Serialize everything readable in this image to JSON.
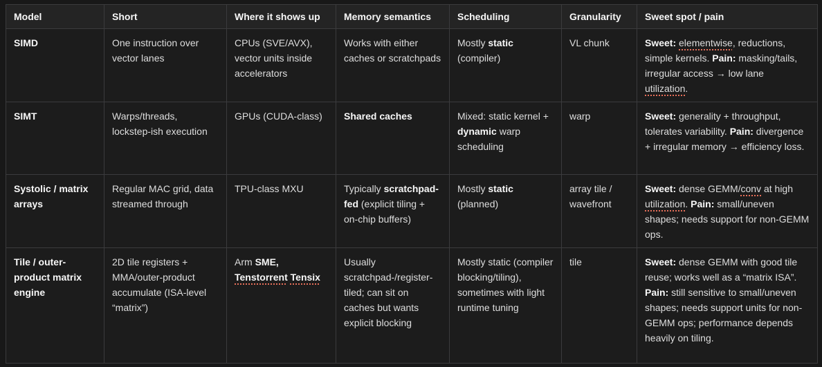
{
  "colors": {
    "page_background": "#181818",
    "cell_background": "#1c1c1c",
    "header_background": "#242424",
    "border": "#3b3b3d",
    "text": "#dedede",
    "bold_text": "#f7f7f7",
    "spellcheck_underline": "#e8705a"
  },
  "table": {
    "columns": [
      {
        "label": "Model"
      },
      {
        "label": "Short"
      },
      {
        "label": "Where it shows up"
      },
      {
        "label": "Memory semantics"
      },
      {
        "label": "Scheduling"
      },
      {
        "label": "Granularity"
      },
      {
        "label": "Sweet spot / pain"
      }
    ],
    "rows": [
      {
        "cells": [
          [
            {
              "t": "SIMD",
              "b": true
            }
          ],
          [
            {
              "t": "One instruction over vector lanes"
            }
          ],
          [
            {
              "t": "CPUs (SVE/AVX), vector units inside accelerators"
            }
          ],
          [
            {
              "t": "Works with either caches or scratchpads"
            }
          ],
          [
            {
              "t": "Mostly "
            },
            {
              "t": "static",
              "b": true
            },
            {
              "t": " (compiler)"
            }
          ],
          [
            {
              "t": "VL chunk"
            }
          ],
          [
            {
              "t": "Sweet:",
              "b": true
            },
            {
              "t": " "
            },
            {
              "t": "elementwise",
              "u": true
            },
            {
              "t": ", reductions, simple kernels. "
            },
            {
              "t": "Pain:",
              "b": true
            },
            {
              "t": " masking/tails, irregular access → low lane "
            },
            {
              "t": "utilization",
              "u": true
            },
            {
              "t": "."
            }
          ]
        ]
      },
      {
        "cells": [
          [
            {
              "t": "SIMT",
              "b": true
            }
          ],
          [
            {
              "t": "Warps/threads, lockstep-ish execution"
            }
          ],
          [
            {
              "t": "GPUs (CUDA-class)"
            }
          ],
          [
            {
              "t": "Shared caches",
              "b": true
            }
          ],
          [
            {
              "t": "Mixed: static kernel + "
            },
            {
              "t": "dynamic",
              "b": true
            },
            {
              "t": " warp scheduling"
            }
          ],
          [
            {
              "t": "warp"
            }
          ],
          [
            {
              "t": "Sweet:",
              "b": true
            },
            {
              "t": " generality + throughput, tolerates variability. "
            },
            {
              "t": "Pain:",
              "b": true
            },
            {
              "t": " divergence + irregular memory → efficiency loss."
            }
          ]
        ]
      },
      {
        "cells": [
          [
            {
              "t": "Systolic / matrix arrays",
              "b": true
            }
          ],
          [
            {
              "t": "Regular MAC grid, data streamed through"
            }
          ],
          [
            {
              "t": "TPU-class MXU"
            }
          ],
          [
            {
              "t": "Typically "
            },
            {
              "t": "scratchpad-fed",
              "b": true
            },
            {
              "t": " (explicit tiling + on-chip buffers)"
            }
          ],
          [
            {
              "t": "Mostly "
            },
            {
              "t": "static",
              "b": true
            },
            {
              "t": " (planned)"
            }
          ],
          [
            {
              "t": "array tile / wavefront"
            }
          ],
          [
            {
              "t": "Sweet:",
              "b": true
            },
            {
              "t": " dense GEMM/"
            },
            {
              "t": "conv",
              "u": true
            },
            {
              "t": " at high "
            },
            {
              "t": "utilization",
              "u": true
            },
            {
              "t": ". "
            },
            {
              "t": "Pain:",
              "b": true
            },
            {
              "t": " small/uneven shapes; needs support for non-GEMM ops."
            }
          ]
        ]
      },
      {
        "cells": [
          [
            {
              "t": "Tile / outer-product matrix engine",
              "b": true
            }
          ],
          [
            {
              "t": "2D tile registers + MMA/outer-product accumulate (ISA-level “matrix”)"
            }
          ],
          [
            {
              "t": "Arm "
            },
            {
              "t": "SME,",
              "b": true
            },
            {
              "t": " "
            },
            {
              "t": "Tenstorrent",
              "b": true,
              "u": true
            },
            {
              "t": " ",
              "b": true
            },
            {
              "t": "Tensix",
              "b": true,
              "u": true
            }
          ],
          [
            {
              "t": "Usually scratchpad-/register-tiled; can sit on caches but wants explicit blocking"
            }
          ],
          [
            {
              "t": "Mostly static (compiler blocking/tiling), sometimes with light runtime tuning"
            }
          ],
          [
            {
              "t": "tile"
            }
          ],
          [
            {
              "t": "Sweet:",
              "b": true
            },
            {
              "t": " dense GEMM with good tile reuse; works well as a “matrix ISA”. "
            },
            {
              "t": "Pain:",
              "b": true
            },
            {
              "t": " still sensitive to small/uneven shapes; needs support units for non-GEMM ops; performance depends heavily on tiling."
            }
          ]
        ]
      }
    ]
  }
}
